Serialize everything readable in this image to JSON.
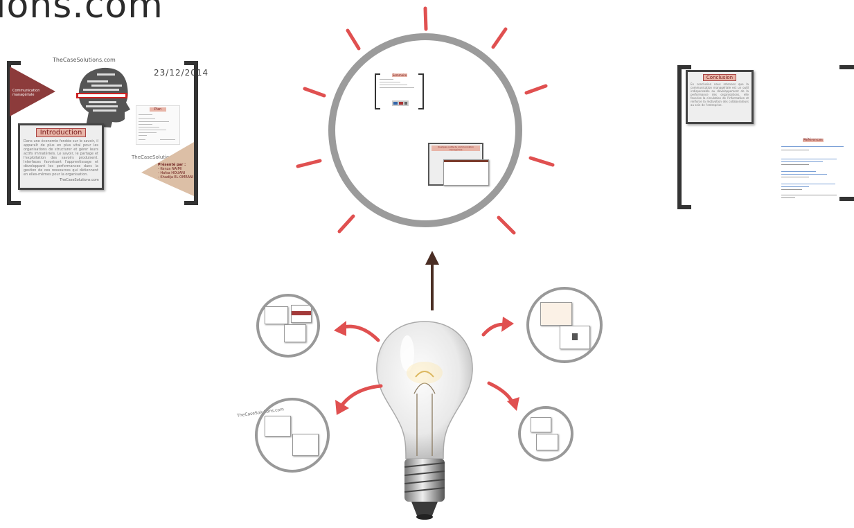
{
  "site": {
    "title_fragment": "ions.com"
  },
  "left_slide": {
    "watermark_top": "TheCaseSolutions.com",
    "side_caption": "Communication managériale",
    "date": "23/12/2014",
    "intro_title": "Introduction",
    "intro_text": "Dans une économie fondée sur le savoir, il apparaît de plus en plus vital pour les organisations de structurer et gérer leurs actifs immatériels. Le savoir, le partage et l'exploitation des savoirs produisent. Interfaces favorisant l'apprentissage et développant les performances dans la gestion de ces ressources qui détiennent en elles-mêmes pour la organisation.",
    "watermark_bottom": "TheCaseSolutions.com",
    "plan_title": "Plan",
    "watermark_mid": "TheCaseSolutions.com",
    "presenters_label": "Présenté par :",
    "presenters": [
      "- Kenza NAIMI",
      "- Hafsa HOUANI",
      "- Khadija EL OMRANI"
    ]
  },
  "center": {
    "circle_slide_title": "Sommaire",
    "circle_slide2_title": "Quelques outils de communication managériale"
  },
  "right_slide": {
    "conclusion_title": "Conclusion",
    "conclusion_text": "En conclusion nous retenons que la communication managériale est un outil indispensable au développement de la performance des organisations, elle favorise la circulation de l'information et renforce la motivation des collaborateurs au sein de l'entreprise.",
    "references_title": "Références"
  },
  "bottom": {
    "mini_watermark": "TheCaseSolutions.com"
  },
  "colors": {
    "red_ray": "#e05050",
    "ring": "#9b9b9b",
    "dark": "#333333",
    "accent_red": "#a33a3a"
  }
}
